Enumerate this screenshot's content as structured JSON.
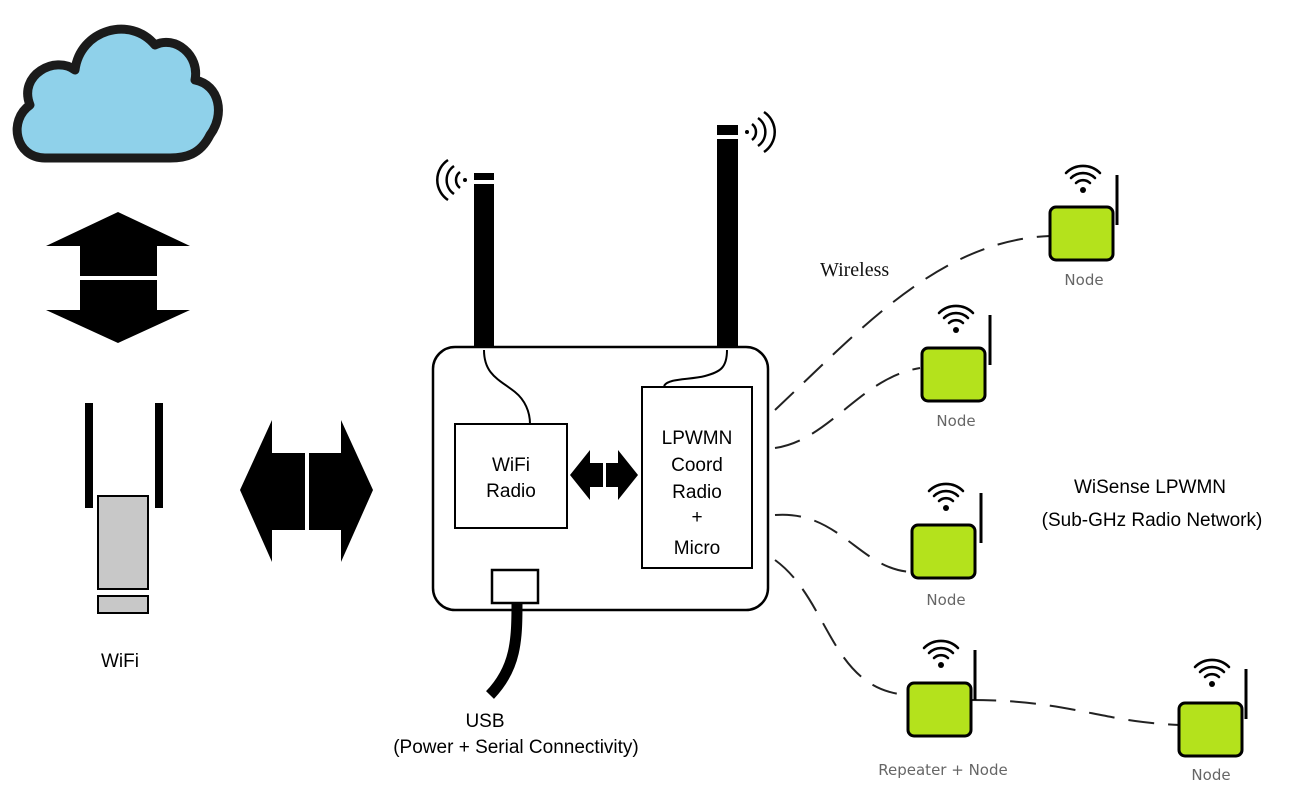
{
  "labels": {
    "wifi": "WiFi",
    "usb": "USB",
    "usb_sub": "(Power + Serial Connectivity)",
    "wifi_radio": [
      "WiFi",
      "Radio"
    ],
    "lpwmn_box": [
      "LPWMN",
      "Coord",
      "Radio",
      "+",
      "Micro"
    ],
    "wireless": "Wireless",
    "network_title": "WiSense LPWMN",
    "network_sub": "(Sub-GHz Radio Network)",
    "node": "Node",
    "repeater": "Repeater + Node"
  },
  "colors": {
    "cloud": "#8fd1ea",
    "node_fill": "#b4e21c",
    "outline": "#000000",
    "router_body": "#c8c8c8",
    "node_label": "#666666"
  }
}
